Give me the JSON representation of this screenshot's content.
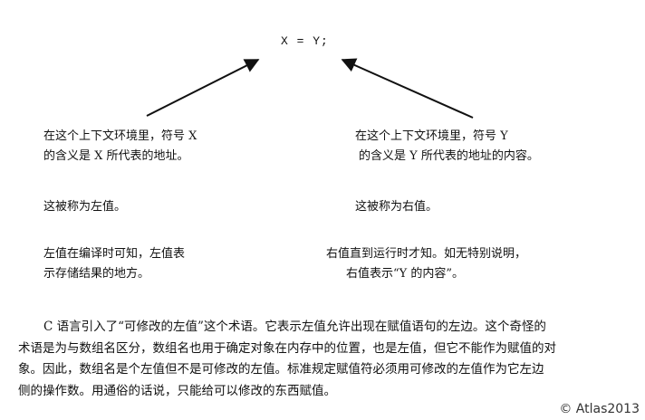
{
  "statement": "X = Y;",
  "left": {
    "context": [
      "在这个上下文环境里，符号 X",
      "的含义是 X 所代表的地址。"
    ],
    "name": "这被称为左值。",
    "note": [
      "左值在编译时可知，左值表",
      "示存储结果的地方。"
    ]
  },
  "right": {
    "context": [
      "在这个上下文环境里，符号 Y",
      "的含义是 Y 所代表的地址的内容。"
    ],
    "name": "这被称为右值。",
    "note": [
      "右值直到运行时才知。如无特别说明，",
      "右值表示“Y 的内容”。"
    ]
  },
  "paragraph": [
    "C 语言引入了“可修改的左值”这个术语。它表示左值允许出现在赋值语句的左边。这个奇怪的",
    "术语是为与数组名区分，数组名也用于确定对象在内存中的位置，也是左值，但它不能作为赋值的对",
    "象。因此，数组名是个左值但不是可修改的左值。标准规定赋值符必须用可修改的左值作为它左边",
    "侧的操作数。用通俗的话说，只能给可以修改的东西赋值。"
  ],
  "watermark": "© Atlas2013",
  "colors": {
    "ink": "#111111",
    "background": "#ffffff"
  }
}
